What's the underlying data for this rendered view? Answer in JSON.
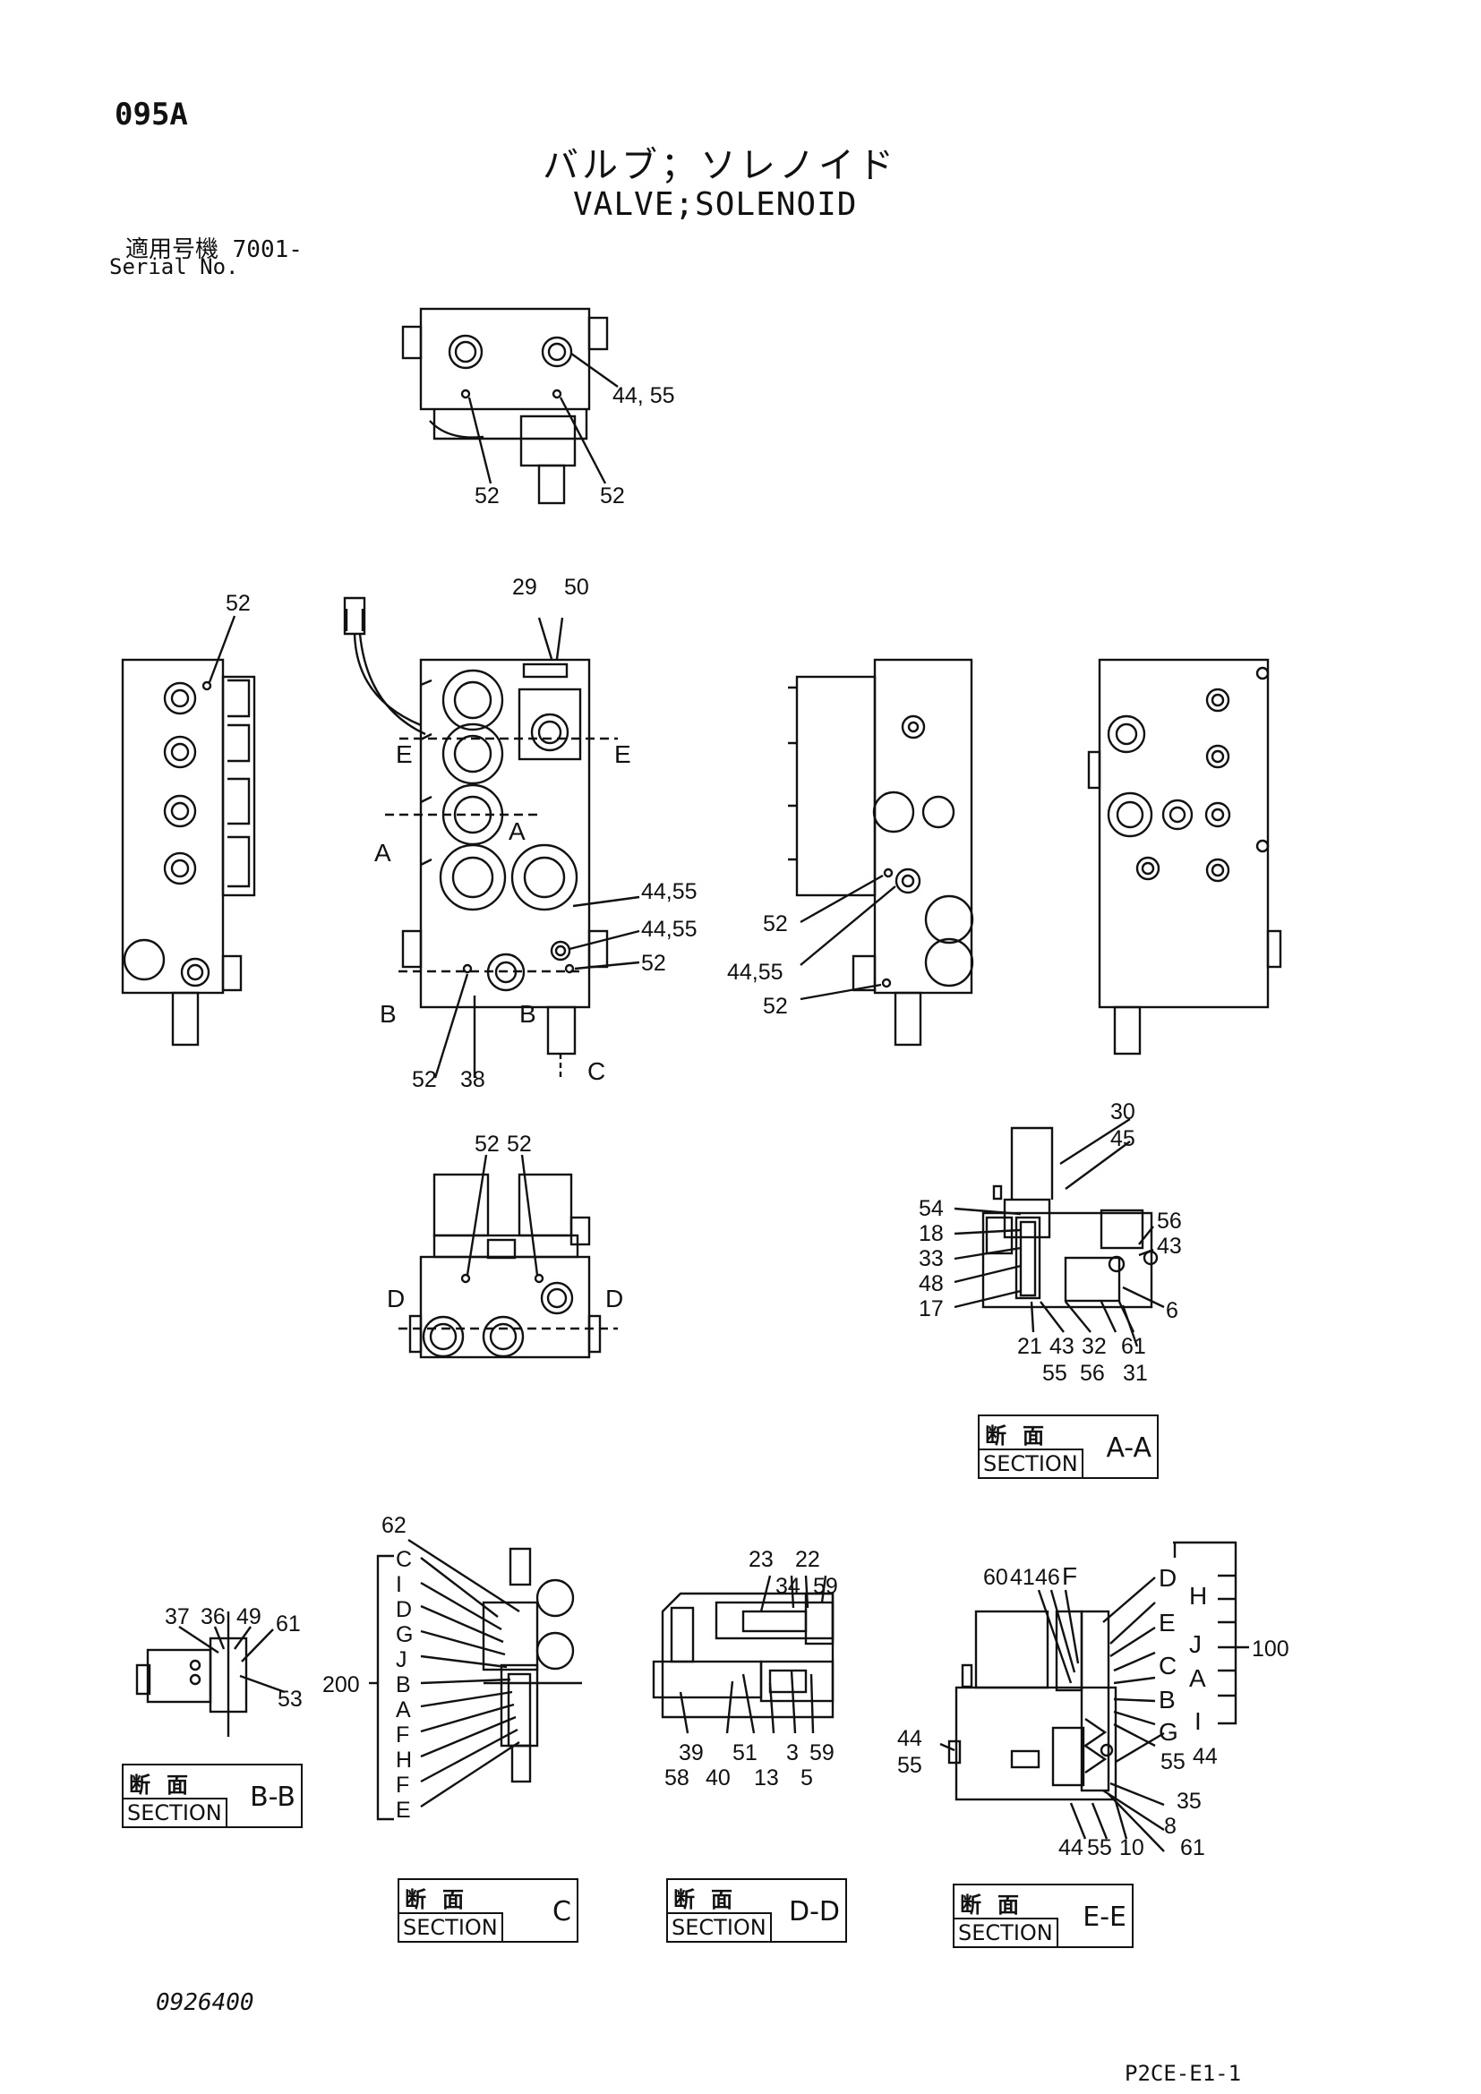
{
  "header": {
    "page_id": "095A",
    "title_jp": "バルブ；ソレノイド",
    "title_en": "VALVE;SOLENOID",
    "serial_jp": "適用号機  7001-",
    "serial_en": "Serial No."
  },
  "footer": {
    "doc_number": "0926400",
    "page_ref": "P2CE-E1-1"
  },
  "section_boxes": {
    "aa": {
      "kanji": "断面",
      "en": "SECTION",
      "id": "A-A"
    },
    "bb": {
      "kanji": "断面",
      "en": "SECTION",
      "id": "B-B"
    },
    "c": {
      "kanji": "断面",
      "en": "SECTION",
      "id": "C"
    },
    "dd": {
      "kanji": "断面",
      "en": "SECTION",
      "id": "D-D"
    },
    "ee": {
      "kanji": "断面",
      "en": "SECTION",
      "id": "E-E"
    }
  },
  "callouts": {
    "top_view": [
      "44, 55",
      "52",
      "52"
    ],
    "left_view": [
      "52"
    ],
    "front_view": [
      "29",
      "50",
      "E",
      "E",
      "A",
      "A",
      "44,55",
      "44,55",
      "52",
      "B",
      "B",
      "52",
      "38",
      "C"
    ],
    "right_view": [
      "52",
      "44,55",
      "52"
    ],
    "bottom_view": [
      "52",
      "52",
      "D",
      "D"
    ],
    "section_aa": [
      "30",
      "45",
      "54",
      "18",
      "33",
      "48",
      "17",
      "56",
      "43",
      "6",
      "21",
      "43",
      "32",
      "61",
      "55",
      "56",
      "31"
    ],
    "section_bb": [
      "37",
      "36",
      "49",
      "61",
      "53"
    ],
    "section_c": [
      "62",
      "C",
      "I",
      "D",
      "G",
      "J",
      "B",
      "A",
      "F",
      "H",
      "F",
      "E",
      "200"
    ],
    "section_dd": [
      "23",
      "22",
      "34",
      "59",
      "39",
      "58",
      "40",
      "51",
      "13",
      "3",
      "59",
      "5"
    ],
    "section_ee": [
      "60",
      "41",
      "46",
      "F",
      "D",
      "H",
      "E",
      "J",
      "C",
      "A",
      "B",
      "G",
      "I",
      "100",
      "44",
      "55",
      "55",
      "44",
      "35",
      "8",
      "61",
      "44",
      "55",
      "10"
    ]
  }
}
